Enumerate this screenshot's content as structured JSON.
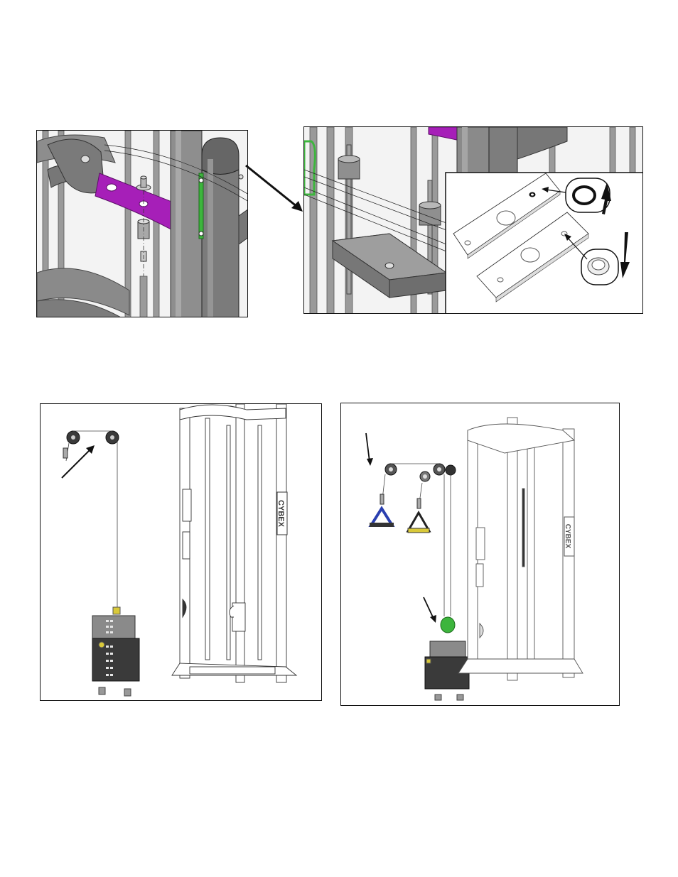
{
  "colors": {
    "frame_gray": "#8c8c8c",
    "frame_dark": "#5a5a5a",
    "bracket_purple": "#a61fb8",
    "highlight_green": "#3db53d",
    "handle_blue": "#2a3fb0",
    "handle_yellow": "#d9c93a",
    "weight_dark": "#3a3a3a"
  },
  "panels": [
    {
      "id": "upper-left-detail",
      "icons": [
        "pulley-bracket-icon",
        "bolt-icon",
        "spacer-icon"
      ]
    },
    {
      "id": "upper-right-detail",
      "icons": [
        "guide-rod-icon",
        "top-plate-icon",
        "bushing-detail-icon"
      ]
    },
    {
      "id": "lower-left-assembly",
      "logo": "CYBEX"
    },
    {
      "id": "lower-right-assembly",
      "logo": "CYBEX"
    }
  ]
}
